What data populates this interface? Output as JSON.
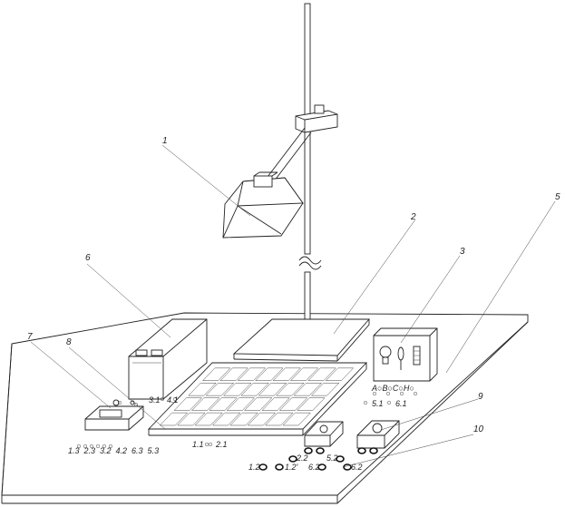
{
  "callouts": [
    {
      "id": "1",
      "text": "1"
    },
    {
      "id": "2",
      "text": "2"
    },
    {
      "id": "3",
      "text": "3"
    },
    {
      "id": "5",
      "text": "5"
    },
    {
      "id": "6",
      "text": "6"
    },
    {
      "id": "7",
      "text": "7"
    },
    {
      "id": "8",
      "text": "8"
    },
    {
      "id": "9",
      "text": "9"
    },
    {
      "id": "10",
      "text": "10"
    }
  ],
  "terminal_labels": {
    "battery_a": "3.1",
    "battery_b": "4.1",
    "panel_a": "1.1",
    "panel_b": "2.1",
    "box_row1": "A○B○C○Н○",
    "box_a": "5.1",
    "box_b": "6.1",
    "mid_a": "2.2",
    "mid_b": "5.2",
    "mid_c": "1.2",
    "mid_d": "1.2'",
    "mid_e": "6.2'",
    "mid_f": "6.2",
    "controller_row": "1.3  2.3  3.2  4.2  6.3  5.3"
  }
}
